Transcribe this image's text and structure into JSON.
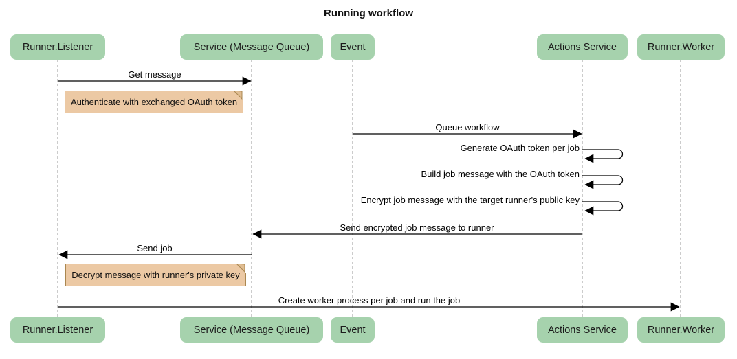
{
  "title": "Running workflow",
  "actors": [
    {
      "label": "Runner.Listener"
    },
    {
      "label": "Service (Message Queue)"
    },
    {
      "label": "Event"
    },
    {
      "label": "Actions Service"
    },
    {
      "label": "Runner.Worker"
    }
  ],
  "messages": [
    {
      "label": "Get message",
      "from": "Runner.Listener",
      "to": "Service (Message Queue)",
      "direction": "right"
    },
    {
      "label": "Queue workflow",
      "from": "Event",
      "to": "Actions Service",
      "direction": "right"
    },
    {
      "label": "Generate OAuth token per job",
      "from": "Actions Service",
      "to": "Actions Service",
      "direction": "self"
    },
    {
      "label": "Build job message with the OAuth token",
      "from": "Actions Service",
      "to": "Actions Service",
      "direction": "self"
    },
    {
      "label": "Encrypt job message with the target runner's public key",
      "from": "Actions Service",
      "to": "Actions Service",
      "direction": "self"
    },
    {
      "label": "Send encrypted job message to runner",
      "from": "Actions Service",
      "to": "Service (Message Queue)",
      "direction": "left"
    },
    {
      "label": "Send job",
      "from": "Service (Message Queue)",
      "to": "Runner.Listener",
      "direction": "left"
    },
    {
      "label": "Create worker process per job and run the job",
      "from": "Runner.Listener",
      "to": "Runner.Worker",
      "direction": "right"
    }
  ],
  "notes": [
    {
      "label": "Authenticate with exchanged OAuth token",
      "over": "Runner.Listener"
    },
    {
      "label": "Decrypt message with runner's private key",
      "over": "Runner.Listener"
    }
  ],
  "colors": {
    "actor_fill": "#a6d2ad",
    "note_fill": "#ecc9a4",
    "note_border": "#aa8750",
    "lifeline": "#999999",
    "arrow": "#000000",
    "background": "#ffffff"
  }
}
